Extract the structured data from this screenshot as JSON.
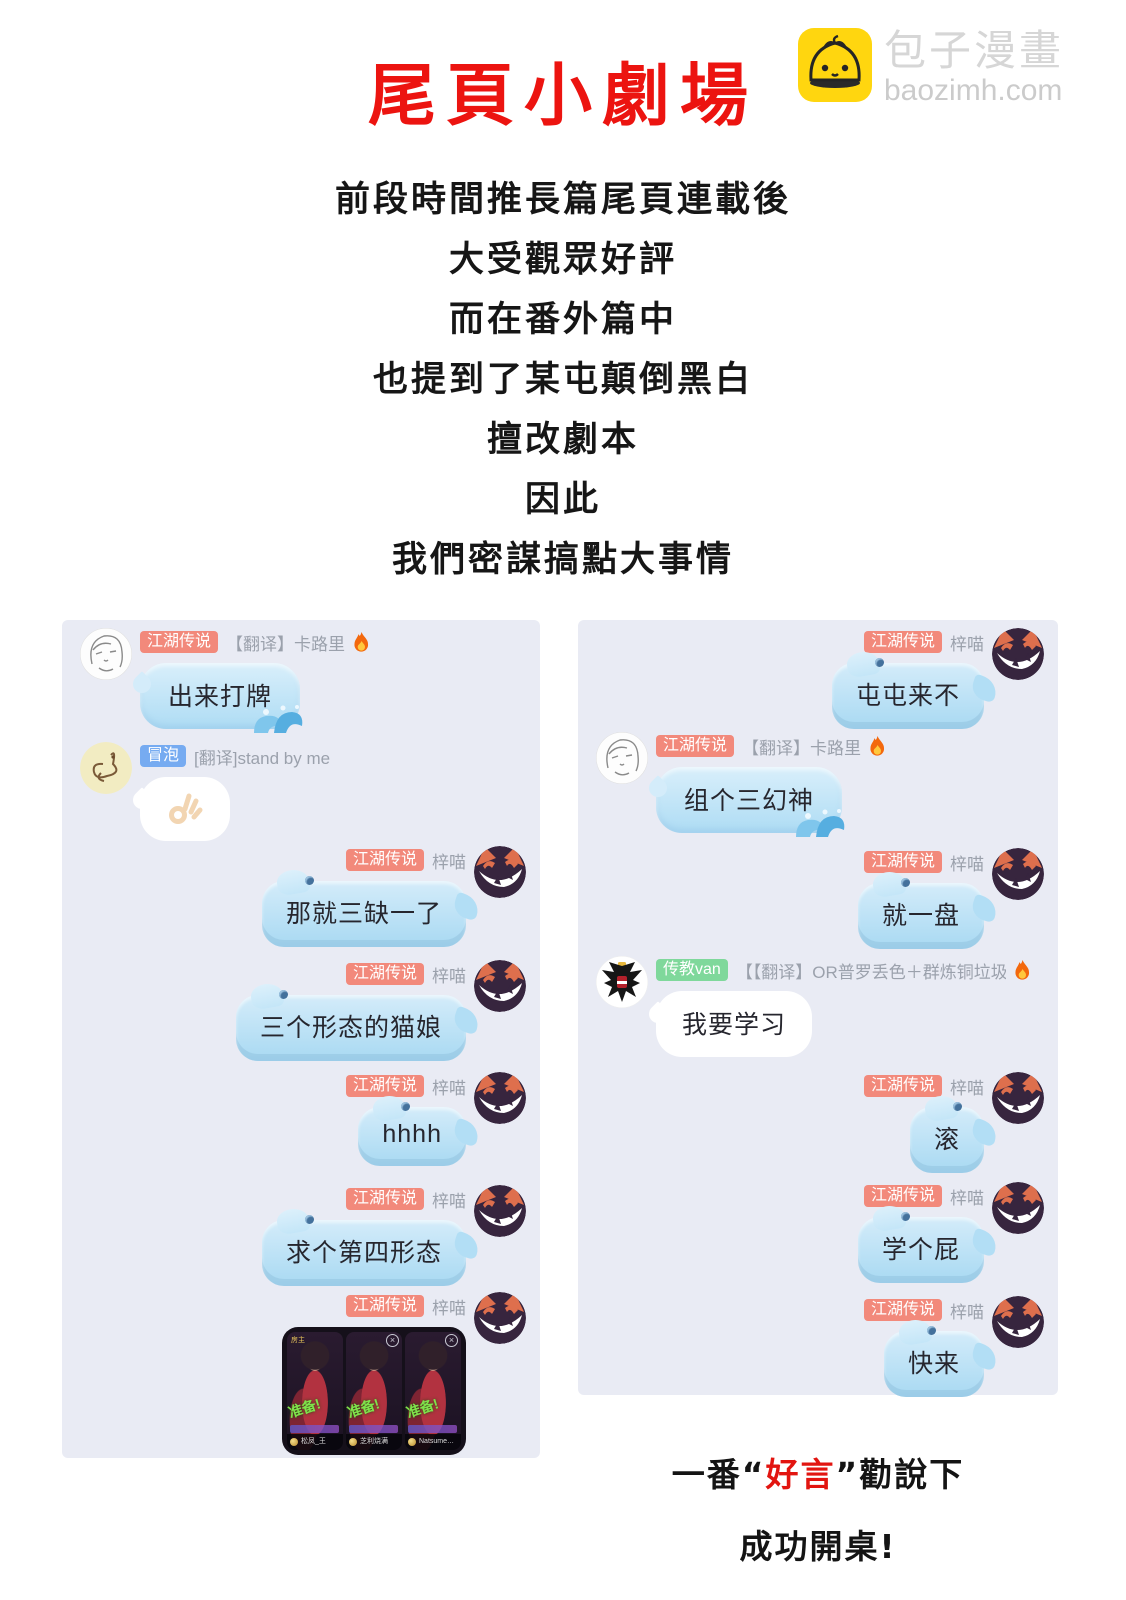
{
  "header": {
    "title": "尾頁小劇場",
    "logo": {
      "site_name": "包子漫畫",
      "site_url": "baozimh.com",
      "brand_yellow": "#FFD60F"
    }
  },
  "intro": {
    "lines": [
      "前段時間推長篇尾頁連載後",
      "大受觀眾好評",
      "而在番外篇中",
      "也提到了某屯顛倒黑白",
      "擅改劇本",
      "因此",
      "我們密謀搞點大事情"
    ]
  },
  "left_chat": {
    "messages": [
      {
        "tag": "江湖传说",
        "name": "【翻译】卡路里",
        "text": "出来打牌"
      },
      {
        "tag": "冒泡",
        "name": "[翻译]stand by me",
        "text": ""
      },
      {
        "tag": "江湖传说",
        "name": "梓喵",
        "text": "那就三缺一了"
      },
      {
        "tag": "江湖传说",
        "name": "梓喵",
        "text": "三个形态的猫娘"
      },
      {
        "tag": "江湖传说",
        "name": "梓喵",
        "text": "hhhh"
      },
      {
        "tag": "江湖传说",
        "name": "梓喵",
        "text": "求个第四形态"
      },
      {
        "tag": "江湖传说",
        "name": "梓喵",
        "text": ""
      }
    ]
  },
  "right_chat": {
    "messages": [
      {
        "tag": "江湖传说",
        "name": "梓喵",
        "text": "屯屯来不"
      },
      {
        "tag": "江湖传说",
        "name": "【翻译】卡路里",
        "text": "组个三幻神"
      },
      {
        "tag": "江湖传说",
        "name": "梓喵",
        "text": "就一盘"
      },
      {
        "tag": "传教van",
        "name": "【【翻译】OR普罗丢色＋群炼铜垃圾…",
        "text": "我要学习"
      },
      {
        "tag": "江湖传说",
        "name": "梓喵",
        "text": "滚"
      },
      {
        "tag": "江湖传说",
        "name": "梓喵",
        "text": "学个屁"
      },
      {
        "tag": "江湖传说",
        "name": "梓喵",
        "text": "快来"
      }
    ]
  },
  "card_image": {
    "owner_badge": "房主",
    "stamp": "准备!",
    "cards": [
      {
        "label": "松凤_王"
      },
      {
        "label": "芝利烧满"
      },
      {
        "label": "Natsume…"
      }
    ]
  },
  "footer": {
    "line1_prefix": "一番“",
    "line1_highlight": "好言",
    "line1_suffix": "”勸說下",
    "line2": "成功開桌!"
  },
  "icons": {
    "logo": "baozi-bun-icon",
    "name_suffix": "fire-icon",
    "bubble_decor": [
      "wave-icon",
      "whale-fin",
      "water-drop"
    ],
    "sticker": "ok-hand-icon"
  },
  "colors": {
    "title_red": "#EC1410",
    "panel_bg": "#E9EBF4",
    "tag_red": "#F2897B",
    "tag_blue": "#76ABF1",
    "tag_green": "#7FD89B",
    "bubble_blue_top": "#D4ECFA",
    "bubble_blue_bottom": "#A8D9F2",
    "name_gray": "#9BA1AC"
  }
}
